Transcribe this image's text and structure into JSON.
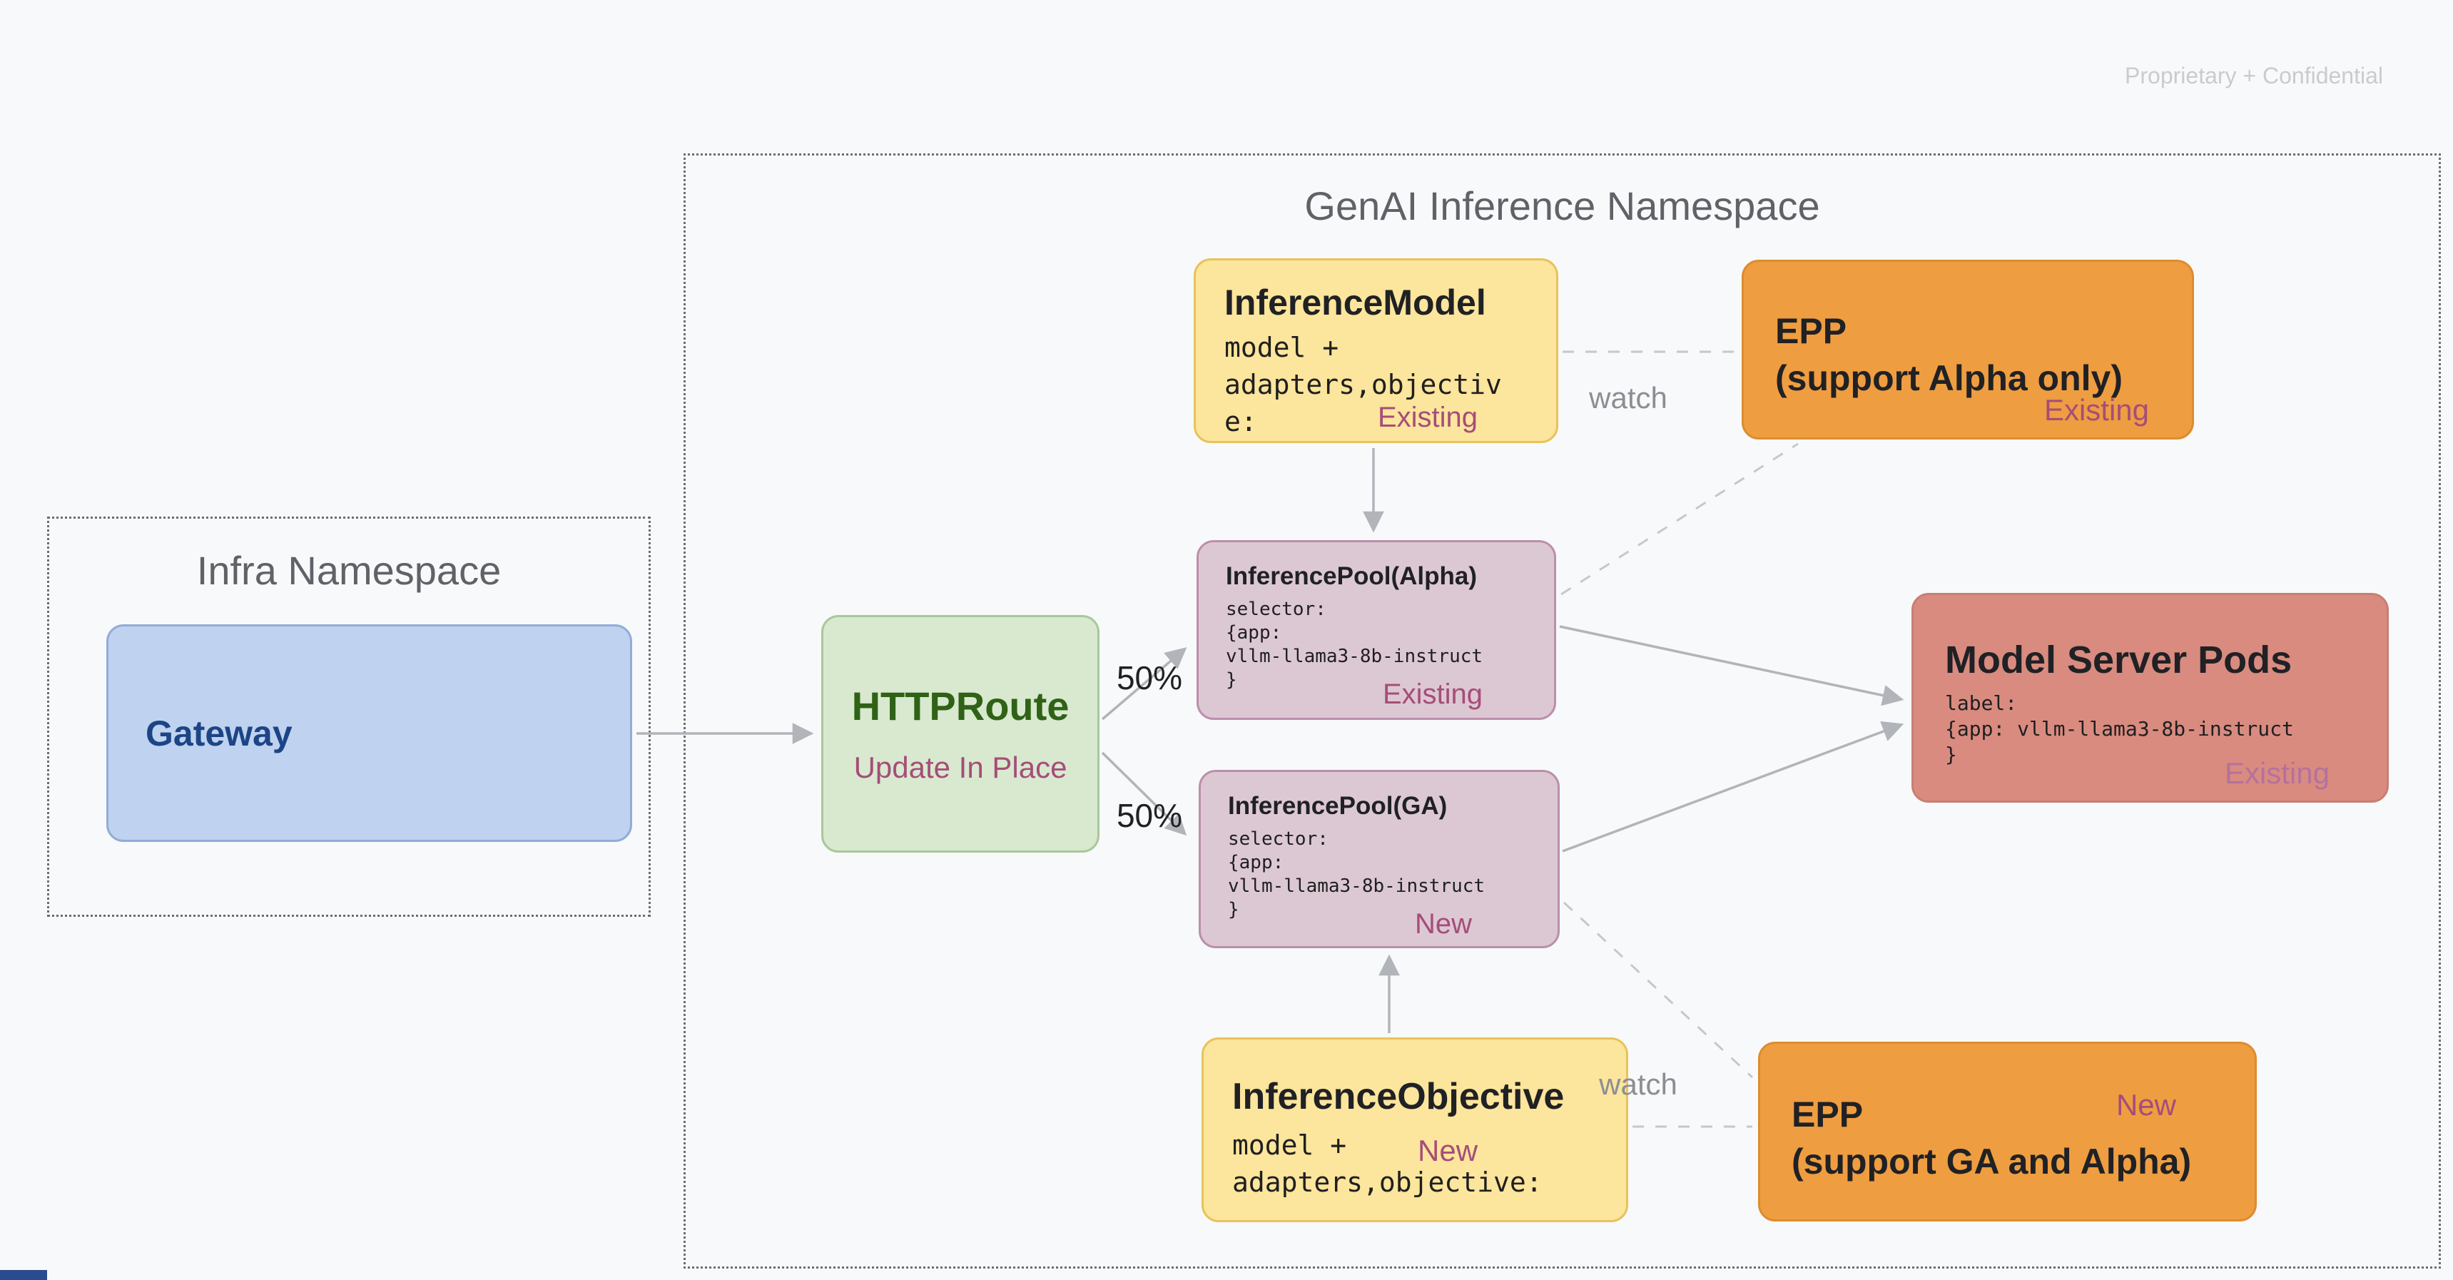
{
  "page": {
    "confidential_label": "Proprietary + Confidential"
  },
  "namespaces": {
    "infra_title": "Infra Namespace",
    "genai_title": "GenAI Inference Namespace"
  },
  "nodes": {
    "gateway": {
      "title": "Gateway"
    },
    "httproute": {
      "title": "HTTPRoute",
      "status": "Update In Place"
    },
    "inference_model": {
      "title": "InferenceModel",
      "code": "model +\nadapters,objectiv\ne:",
      "badge": "Existing"
    },
    "epp_alpha": {
      "title_line1": "EPP",
      "title_line2": "(support Alpha only)",
      "badge": "Existing"
    },
    "pool_alpha": {
      "title": "InferencePool(Alpha)",
      "code": "selector:\n{app:\nvllm-llama3-8b-instruct\n}",
      "badge": "Existing"
    },
    "pool_ga": {
      "title": "InferencePool(GA)",
      "code": "selector:\n{app:\nvllm-llama3-8b-instruct\n}",
      "badge": "New"
    },
    "model_server_pods": {
      "title": "Model Server Pods",
      "code": "label:\n{app: vllm-llama3-8b-instruct\n}",
      "badge": "Existing"
    },
    "inference_objective": {
      "title": "InferenceObjective",
      "code": "model +\nadapters,objective:",
      "badge": "New"
    },
    "epp_ga": {
      "title_line1": "EPP",
      "title_line2": "(support GA and Alpha)",
      "badge": "New"
    }
  },
  "edges": {
    "split_alpha": "50%",
    "split_ga": "50%",
    "watch_top": "watch",
    "watch_bottom": "watch"
  },
  "colors": {
    "background": "#f8f9fa",
    "gateway_fill": "#bfd2ef",
    "httproute_fill": "#d8e9cf",
    "yellow_fill": "#fce59c",
    "orange_fill": "#ef9d41",
    "pool_fill": "#dcc8d3",
    "pods_fill": "#d98b80",
    "status_text": "#a64d79",
    "arrow_gray": "#b1b4b9"
  }
}
